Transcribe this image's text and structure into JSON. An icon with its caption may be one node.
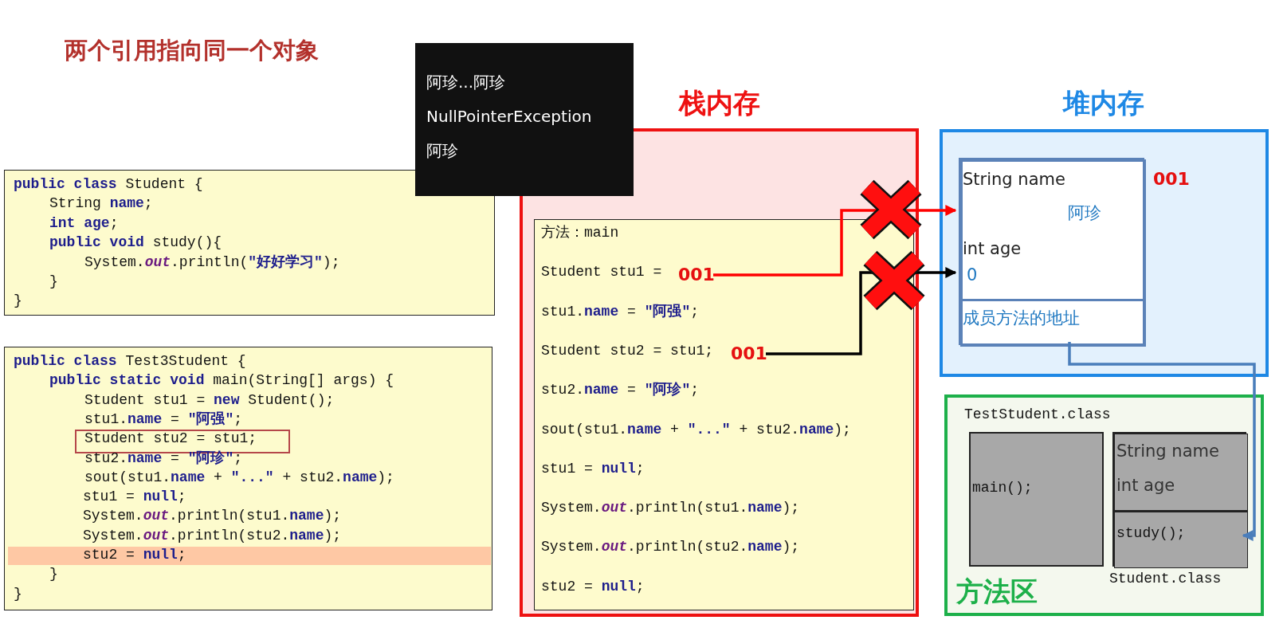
{
  "diagram": {
    "title": "两个引用指向同一个对象",
    "nodes": [
      {
        "text": [
          "**public class** Student {",
          "String **name**;",
          "**int age**;",
          "**public void** study(){",
          "System.*out*.println(**\"好好学习\"**);",
          "}",
          "}"
        ]
      },
      {
        "text": [
          "**public class** Test3Student {",
          "**public static void** main(String[] args) {",
          "Student stu1 = **new** Student();",
          "stu1.**name** = **\"阿强\"**;",
          "Student stu2 = stu1;",
          "stu2.**name** = **\"阿珍\"**;",
          "sout(stu1.**name** + **\"...\"** + stu2.**name**);",
          "stu1 = **null**;",
          "System.*out*.println(stu1.**name**);",
          "System.*out*.println(stu2.**name**);",
          "stu2 = **null**;",
          "}",
          "}"
        ]
      },
      {
        "text": [
          "阿珍...阿珍",
          "NullPointerException",
          "阿珍"
        ]
      },
      {
        "text": [
          "栈内存"
        ]
      },
      {
        "text": [
          "方法：main",
          "Student stu1 =",
          "stu1.**name** = **\"阿强\"**;",
          "Student stu2 = stu1;",
          "stu2.**name** = **\"阿珍\"**;",
          "sout(stu1.**name** + **\"...\"** + stu2.**name**);",
          "stu1 = **null**;",
          "System.*out*.println(stu1.**name**);",
          "System.*out*.println(stu2.**name**);",
          "stu2 = **null**;"
        ],
        "in": 3
      },
      {
        "text": [
          "001"
        ],
        "in": 4
      },
      {
        "text": [
          "001"
        ],
        "in": 4
      },
      {
        "text": [
          "堆内存"
        ]
      },
      {
        "text": [],
        "shape": "box",
        "in": 7,
        "beside": [
          "001"
        ]
      },
      {
        "text": [
          "String name",
          "阿珍",
          "int age",
          "0"
        ],
        "in": 8
      },
      {
        "text": [
          "成员方法的地址"
        ],
        "in": 8
      },
      {
        "text": [
          "方法区"
        ]
      },
      {
        "text": [
          "TestStudent.class",
          "main();"
        ],
        "in": 11
      },
      {
        "text": [
          "Student.class"
        ],
        "in": 11
      },
      {
        "text": [
          "String name",
          "int age"
        ],
        "in": 13
      },
      {
        "text": [
          "study();"
        ],
        "in": 13
      }
    ],
    "edges": [
      {
        "from": 5,
        "to": 9,
        "arrow": "to",
        "color": "#ff0000"
      },
      {
        "from": 6,
        "to": 9,
        "arrow": "to",
        "color": "#000000"
      },
      {
        "from": 10,
        "to": 15,
        "arrow": "to",
        "color": "#4a7ebb"
      }
    ]
  }
}
